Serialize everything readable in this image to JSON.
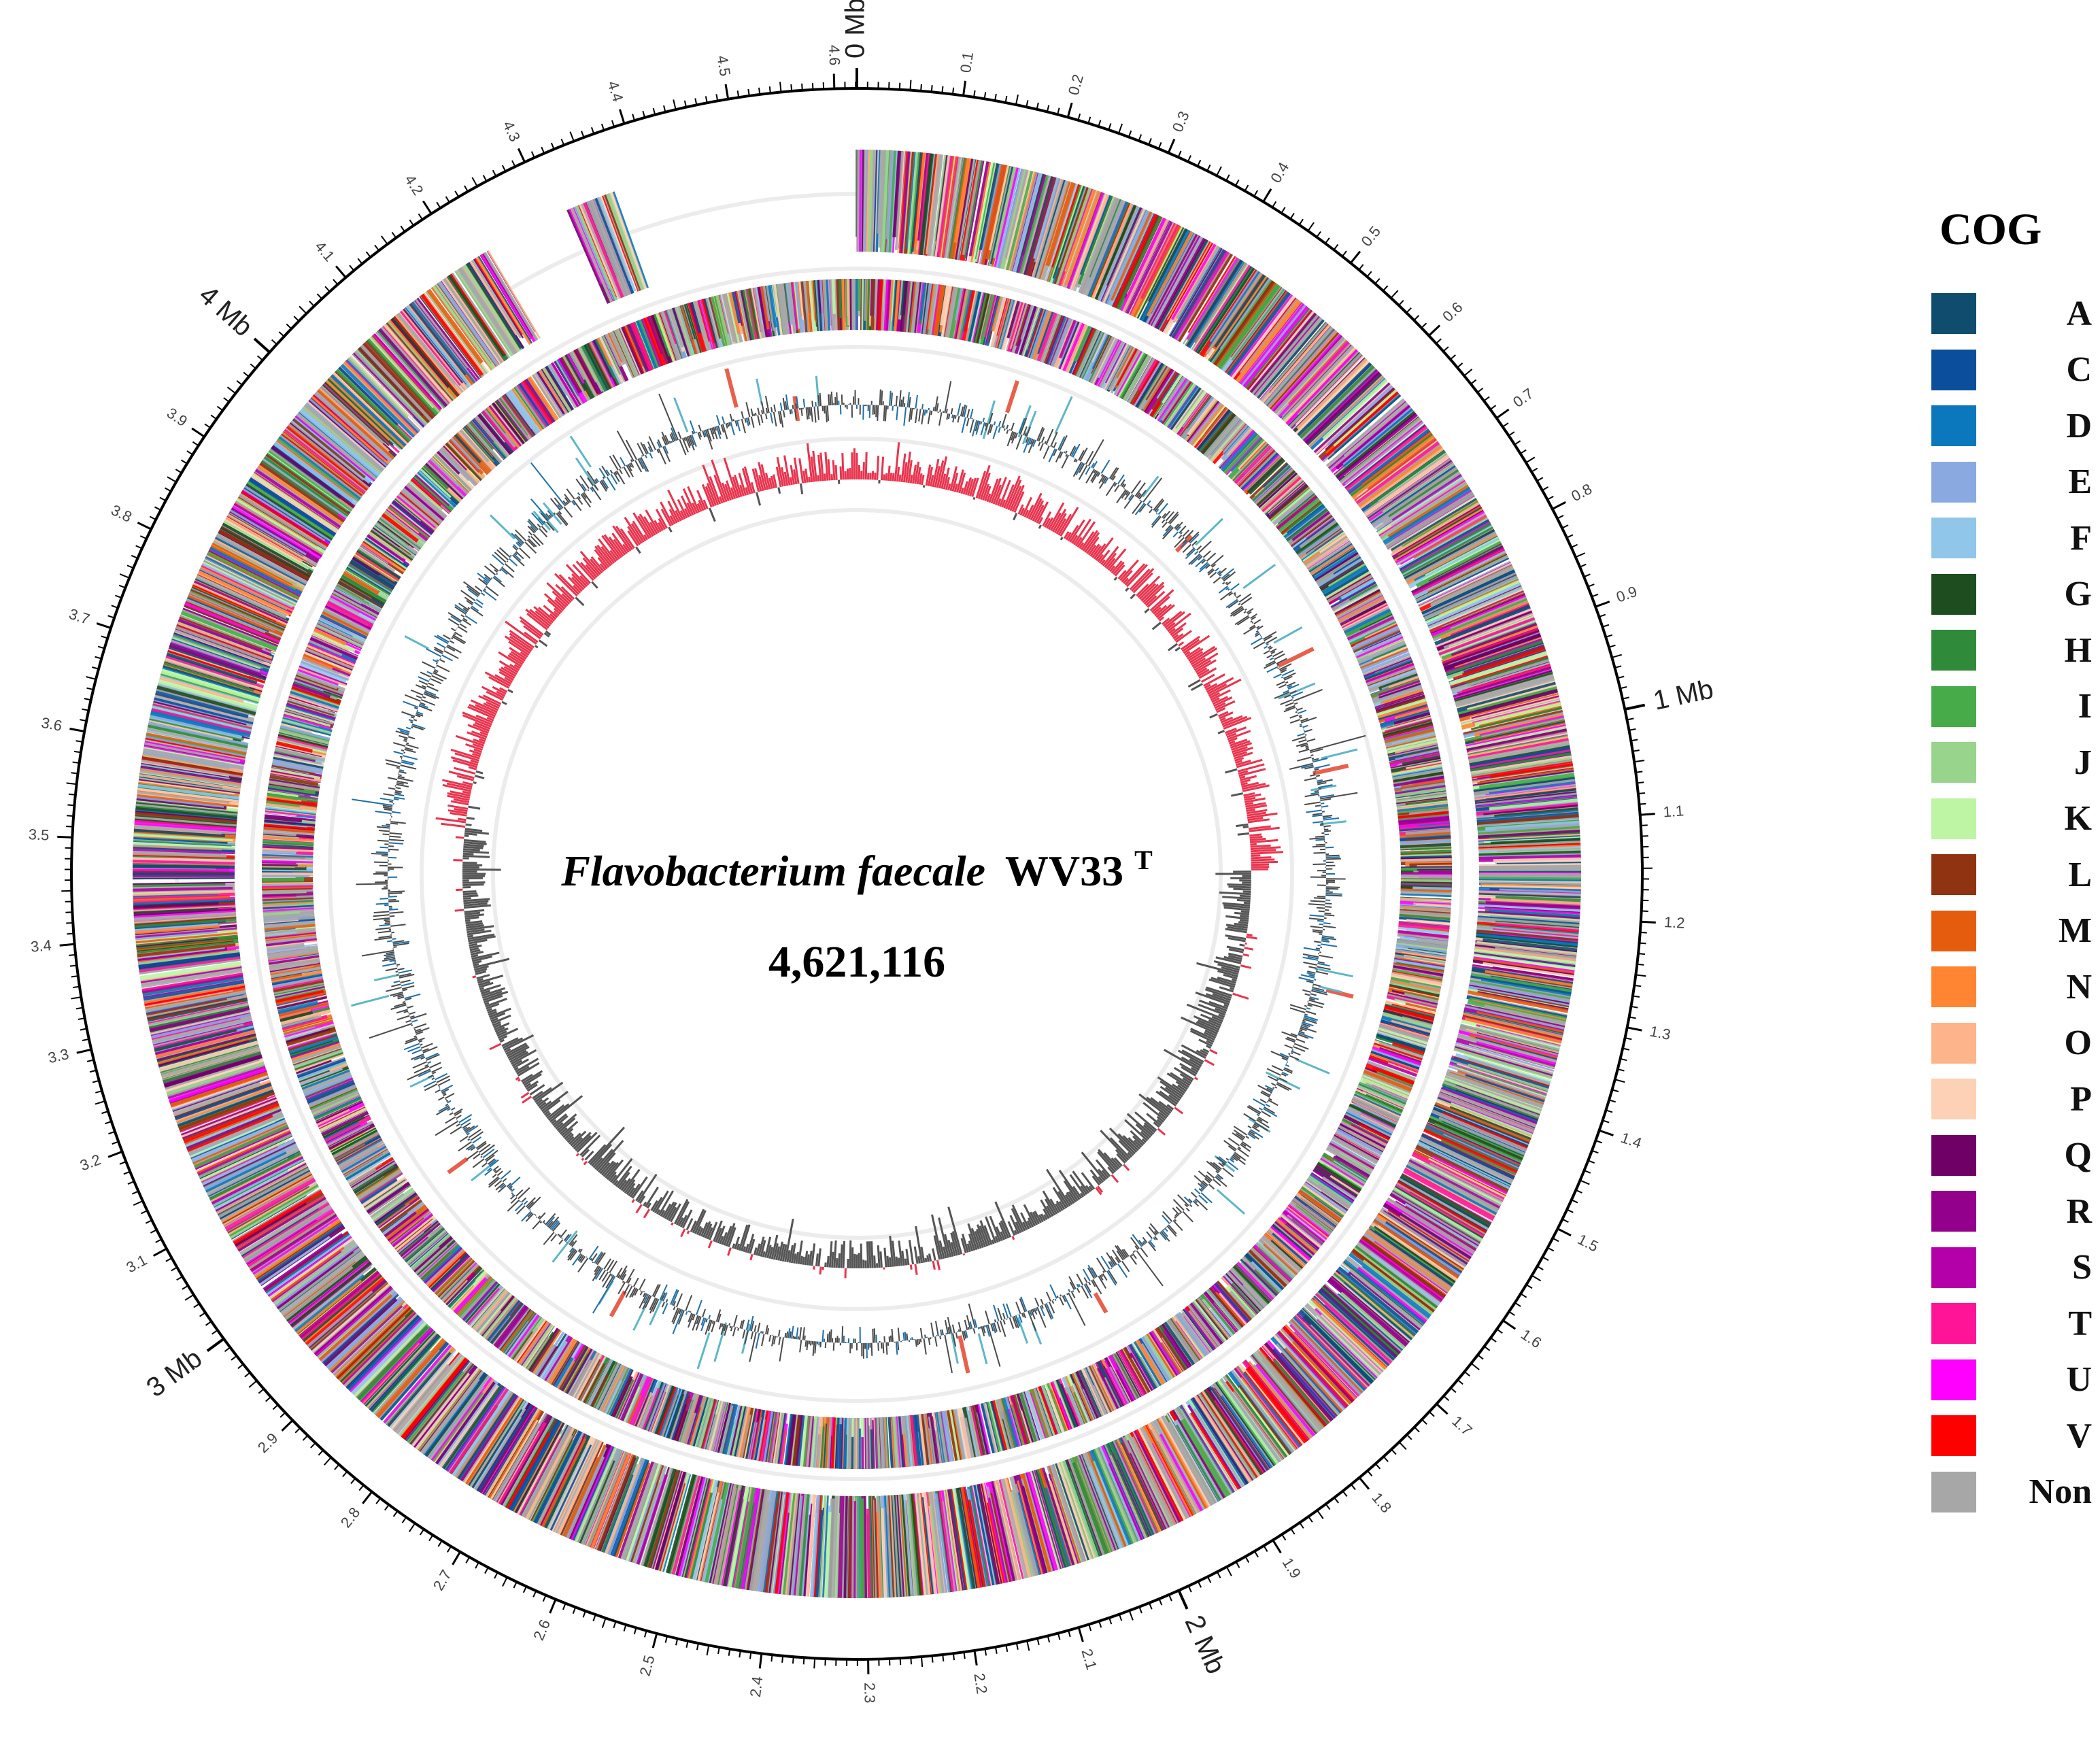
{
  "genome": {
    "organism_italic": "Flavobacterium faecale",
    "strain": "WV33",
    "strain_superscript": "T",
    "length_label": "4,621,116",
    "total_length_mb": 4.621116
  },
  "scale": {
    "major_labels": [
      {
        "mb": 0,
        "text": "0 Mb"
      },
      {
        "mb": 1,
        "text": "1 Mb"
      },
      {
        "mb": 2,
        "text": "2 Mb"
      },
      {
        "mb": 3,
        "text": "3 Mb"
      },
      {
        "mb": 4,
        "text": "4 Mb"
      }
    ],
    "minor_labels": [
      "0.1",
      "0.2",
      "0.3",
      "0.4",
      "0.5",
      "0.6",
      "0.7",
      "0.8",
      "0.9",
      "1.1",
      "1.2",
      "1.3",
      "1.4",
      "1.5",
      "1.6",
      "1.7",
      "1.8",
      "1.9",
      "2.1",
      "2.2",
      "2.3",
      "2.4",
      "2.5",
      "2.6",
      "2.7",
      "2.8",
      "2.9",
      "3.1",
      "3.2",
      "3.3",
      "3.4",
      "3.5",
      "3.6",
      "3.7",
      "3.8",
      "3.9",
      "4.1",
      "4.2",
      "4.3",
      "4.4",
      "4.5",
      "4.6"
    ]
  },
  "tracks": {
    "gc_content_positive_color": "#1f6fa6",
    "gc_content_negative_color": "#4a4a4a",
    "gc_skew_positive_color": "#e8344e",
    "gc_skew_negative_color": "#555555",
    "rna_trna_color": "#5fb6c6",
    "rna_rrna_color": "#e8604c"
  },
  "legend": {
    "title": "COG",
    "items": [
      {
        "code": "A",
        "color": "#0f4c6e"
      },
      {
        "code": "C",
        "color": "#0b4f9c"
      },
      {
        "code": "D",
        "color": "#0b78bd"
      },
      {
        "code": "E",
        "color": "#89a9e0"
      },
      {
        "code": "F",
        "color": "#8fc6ea"
      },
      {
        "code": "G",
        "color": "#1e4d20"
      },
      {
        "code": "H",
        "color": "#2f8a3a"
      },
      {
        "code": "I",
        "color": "#46ab48"
      },
      {
        "code": "J",
        "color": "#98d48c"
      },
      {
        "code": "K",
        "color": "#bdf5a5"
      },
      {
        "code": "L",
        "color": "#8f3310"
      },
      {
        "code": "M",
        "color": "#e55c0e"
      },
      {
        "code": "N",
        "color": "#ff8532"
      },
      {
        "code": "O",
        "color": "#fdb48a"
      },
      {
        "code": "P",
        "color": "#fcd1b5"
      },
      {
        "code": "Q",
        "color": "#6e0066"
      },
      {
        "code": "R",
        "color": "#92008c"
      },
      {
        "code": "S",
        "color": "#b300a8"
      },
      {
        "code": "T",
        "color": "#ff1497"
      },
      {
        "code": "U",
        "color": "#ff00ff"
      },
      {
        "code": "V",
        "color": "#ff0000"
      },
      {
        "code": "Non",
        "color": "#a7a7a7"
      }
    ]
  }
}
